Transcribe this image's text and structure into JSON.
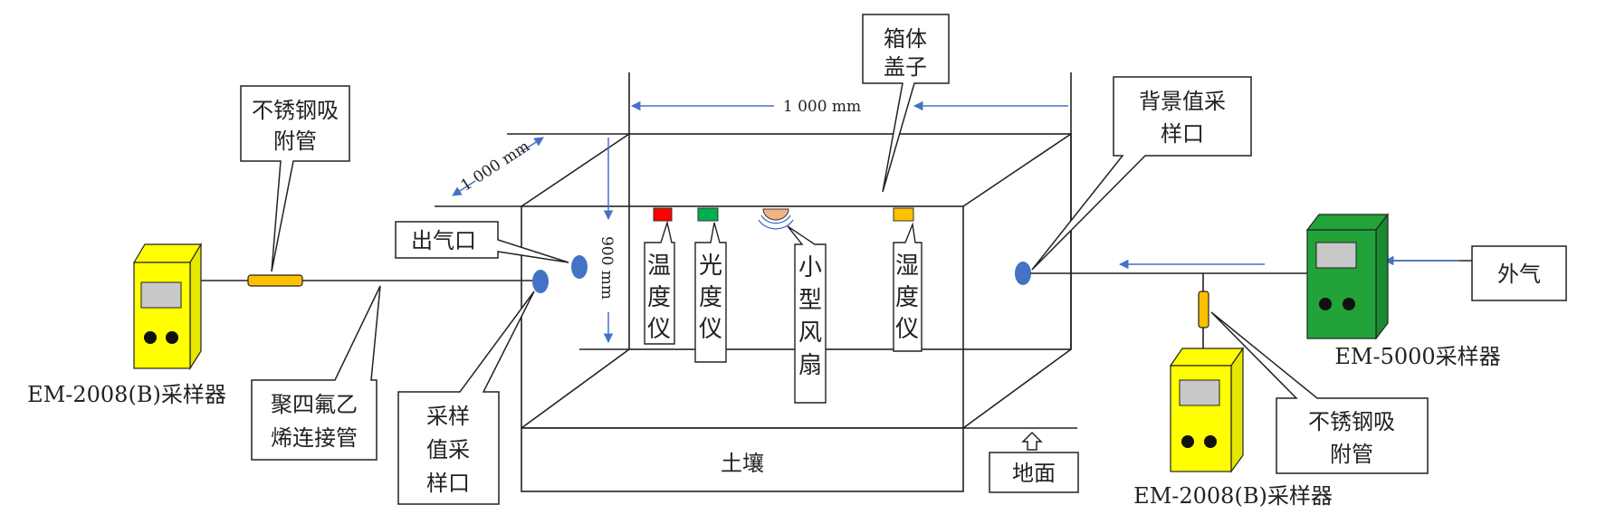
{
  "dimensions": {
    "width": "1 000 mm",
    "depth": "1 000 mm",
    "height": "900 mm"
  },
  "labels": {
    "sampler_left": "EM-2008(B)采样器",
    "sampler_right_bottom": "EM-2008(B)采样器",
    "sampler_right_top": "EM-5000采样器",
    "soil": "土壤",
    "ground": "地面"
  },
  "callouts": {
    "steel_tube_left": [
      "不锈钢吸",
      "附管"
    ],
    "ptfe_tube": [
      "聚四氟乙",
      "烯连接管"
    ],
    "outlet": [
      "出气口"
    ],
    "sample_port": [
      "采样",
      "值采",
      "样口"
    ],
    "lid": [
      "箱体",
      "盖子"
    ],
    "background_port": [
      "背景值采",
      "样口"
    ],
    "outside_air": [
      "外气"
    ],
    "steel_tube_right": [
      "不锈钢吸",
      "附管"
    ],
    "thermometer": [
      "温",
      "度",
      "仪"
    ],
    "photometer": [
      "光",
      "度",
      "仪"
    ],
    "fan": [
      "小",
      "型",
      "风",
      "扇"
    ],
    "hygrometer": [
      "湿",
      "度",
      "仪"
    ]
  },
  "colors": {
    "line": "#222222",
    "arrow": "#4472c4",
    "port": "#4472c4",
    "sampler_yellow": "#ffff00",
    "sampler_green": "#21a33a",
    "screen": "#c8c8c8",
    "tube": "#ffc000",
    "thermometer": "#ff0000",
    "photometer": "#00b050",
    "hygrometer": "#ffc000",
    "fan": "#f4b183"
  },
  "icons": [
    "sampler-device-icon",
    "fan-icon",
    "sensor-icon",
    "up-arrow-icon"
  ]
}
